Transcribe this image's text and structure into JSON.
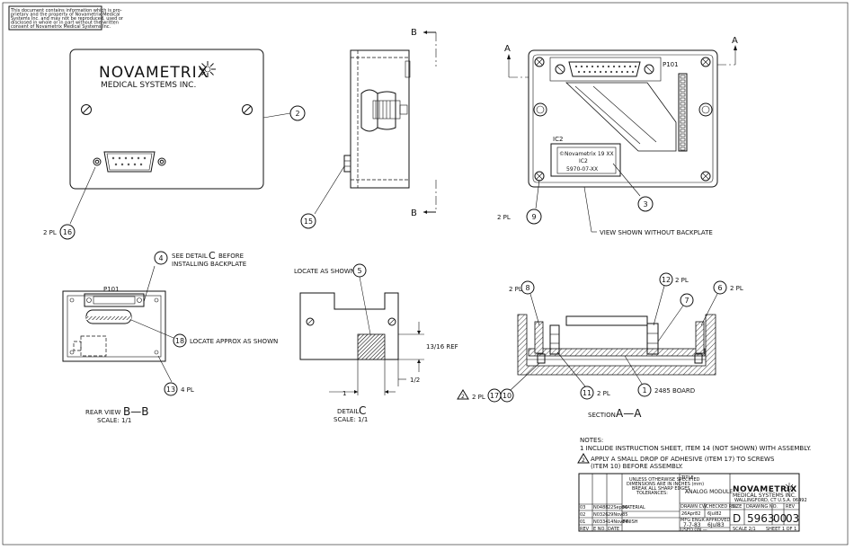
{
  "notice": [
    "This document contains information which is pro-",
    "prietary and the property of Novametrix Medical",
    "Systems Inc. and may not be reproduced, used or",
    "disclosed in whole or in part without the written",
    "consent of Novametrix Medical Systems Inc."
  ],
  "front_view": {
    "logo_name": "NOVAMETRIX",
    "logo_sub": "MEDICAL SYSTEMS INC.",
    "callout_2": "2",
    "callout_16": "16",
    "qty_16": "2 PL"
  },
  "side_view": {
    "section_b_top": "B",
    "section_b_bottom": "B",
    "callout_15": "15"
  },
  "internal_view": {
    "section_a_left": "A",
    "section_a_right": "A",
    "p101": "P101",
    "ic2_label": "IC2",
    "chip_line1": "©Novametrix 19 XX",
    "chip_line2": "IC2",
    "chip_line3": "5970-07-XX",
    "callout_3": "3",
    "callout_9": "9",
    "qty_9": "2 PL",
    "note": "VIEW SHOWN WITHOUT BACKPLATE"
  },
  "rear_view": {
    "p101": "P101",
    "callout_4": "4",
    "note_4a": "SEE DETAIL",
    "note_4c": "C",
    "note_4b": "BEFORE",
    "note_4d": "INSTALLING BACKPLATE",
    "callout_18": "18",
    "note_18": "LOCATE APPROX AS SHOWN",
    "callout_13": "13",
    "qty_13": "4 PL",
    "title": "REAR VIEW",
    "title_letters": "B—B",
    "scale": "SCALE: 1/1"
  },
  "detail_c": {
    "note": "LOCATE AS SHOWN",
    "callout_5": "5",
    "dim_ref": "13/16 REF",
    "dim_1": "1",
    "dim_half": "1/2",
    "title": "DETAIL",
    "title_letter": "C",
    "scale": "SCALE: 1/1"
  },
  "section_aa": {
    "callout_8": "8",
    "qty_8": "2 PL",
    "callout_12": "12",
    "qty_12": "2 PL",
    "callout_7": "7",
    "callout_6": "6",
    "qty_6": "2 PL",
    "callout_17": "17",
    "callout_10": "10",
    "qty_17": "2 PL",
    "flag": "2",
    "callout_11": "11",
    "qty_11": "2 PL",
    "callout_1": "1",
    "board": "2485 BOARD",
    "title": "SECTION",
    "title_letters": "A—A"
  },
  "notes": {
    "heading": "NOTES:",
    "n1": "1  INCLUDE INSTRUCTION SHEET, ITEM 14 (NOT SHOWN) WITH ASSEMBLY.",
    "flag": "2",
    "n2a": "APPLY A SMALL DROP OF ADHESIVE (ITEM 17) TO SCREWS",
    "n2b": "(ITEM 10) BEFORE ASSEMBLY."
  },
  "title_block": {
    "tol_lines": [
      "UNLESS OTHERWISE SPECIFIED",
      "DIMENSIONS ARE IN INCHES (mm)",
      "BREAK ALL SHARP EDGES",
      "TOLERANCES:"
    ],
    "title_label": "TITLE",
    "title": "ANALOG MODULE",
    "company": "NOVAMETRIX",
    "company_sub": "MEDICAL SYSTEMS INC.",
    "company_addr": "WALLINGFORD, CT U.S.A. 06492",
    "drawn_by": "DRAWN  CW",
    "checked_by": "CHECKED REL",
    "date_drawn": "26Apr82",
    "checked_date": "6Jul82",
    "mfg_label": "MFG ENGR",
    "mfg_date": "7-7-83",
    "approved_label": "APPROVED",
    "approved_date": "6Jul83",
    "size_label": "SIZE",
    "size": "D",
    "dwg_label": "DRAWING NO.",
    "dwg_no": "5963",
    "part": "00",
    "rev_label": "REV",
    "rev": "03",
    "used_on": "USED ON —",
    "finish": "FINISH",
    "material": "MATERIAL",
    "scale": "SCALE 2/1",
    "sheet": "SHEET 1 OF 1",
    "revisions": [
      {
        "rev": "03",
        "eco": "N0488",
        "date": "22Sep86"
      },
      {
        "rev": "02",
        "eco": "N0326",
        "date": "29Nov85"
      },
      {
        "rev": "01",
        "eco": "N0334",
        "date": "14Nov84"
      }
    ],
    "rev_headers": {
      "rev": "REV",
      "eco": "E NO.",
      "date": "DATE"
    }
  }
}
